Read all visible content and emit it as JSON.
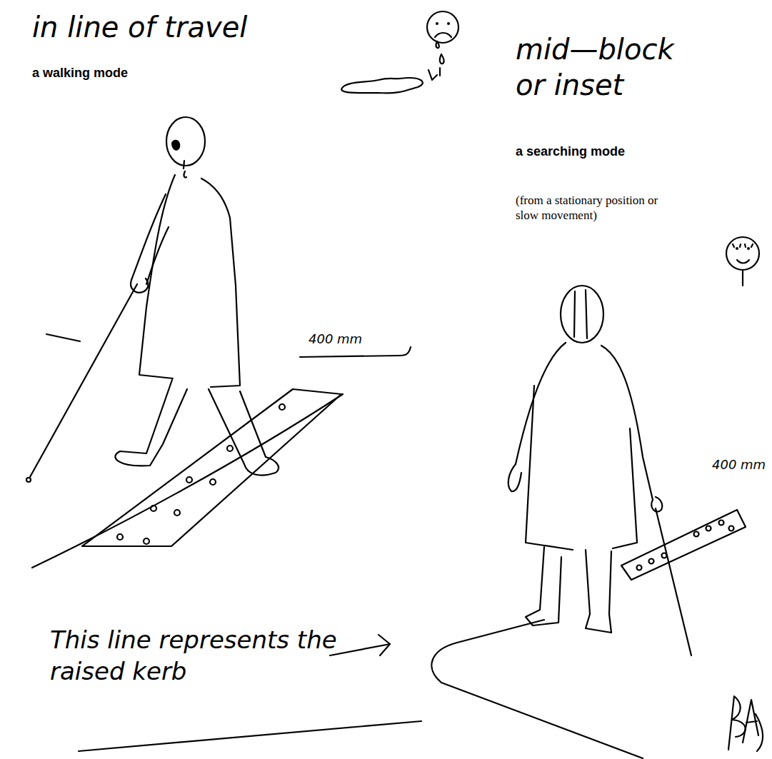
{
  "diagram": {
    "labels": [
      "in line of travel",
      "a walking mode",
      "400 mm",
      "mid—block or inset",
      "a searching mode",
      "(from a stationary position or slow movement)",
      "400 mm",
      "This line represents the raised kerb"
    ]
  }
}
